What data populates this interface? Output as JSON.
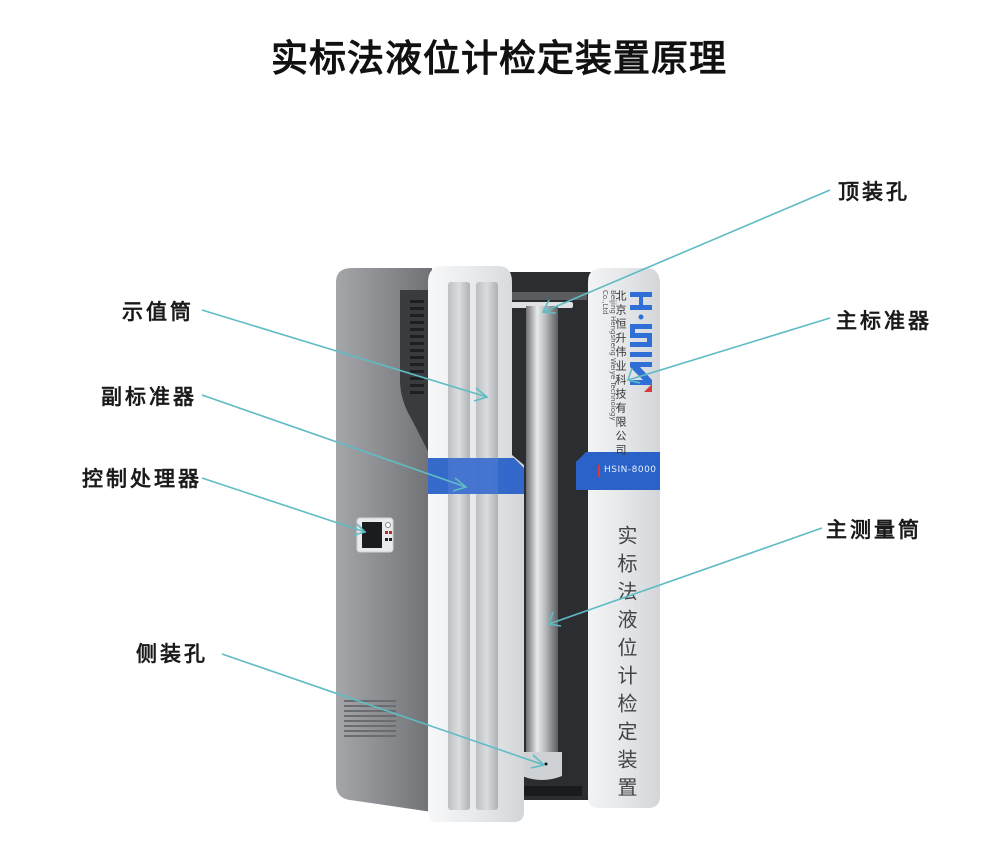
{
  "title": "实标法液位计检定装置原理",
  "labels": {
    "top_hole": "顶装孔",
    "display_tube": "示值筒",
    "main_standard": "主标准器",
    "sub_standard": "副标准器",
    "controller": "控制处理器",
    "main_measure_tube": "主测量筒",
    "side_hole": "侧装孔"
  },
  "device": {
    "brand_logo": "HSIN",
    "company_cn": "北京恒升伟业科技有限公司",
    "company_en": "Beijing Hengsheng Weiye Technology Co.,Ltd",
    "model": "HSIN-8000",
    "product_name_vertical": "实标法液位计检定装置"
  },
  "colors": {
    "leader_line": "#5fbcc4",
    "brand_blue": "#2f6fd6",
    "band_blue": "#2a62c8",
    "body_gray": "#8d8f93",
    "panel_white": "#eef0f2",
    "accent_red": "#d83a3a"
  }
}
